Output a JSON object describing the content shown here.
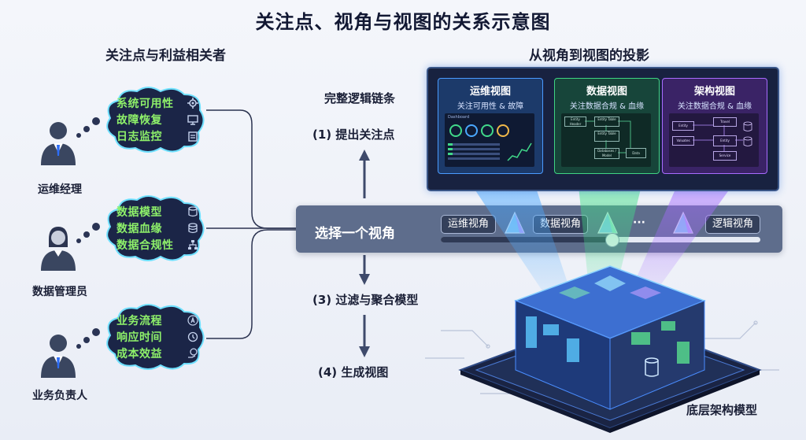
{
  "title": "关注点、视角与视图的关系示意图",
  "left_header": "关注点与利益相关者",
  "right_header": "从视角到视图的投影",
  "stakeholders": [
    {
      "role": "运维经理",
      "concerns": [
        "系统可用性",
        "故障恢复",
        "日志监控"
      ],
      "icons": [
        "gear-icon",
        "monitor-icon",
        "clipboard-icon"
      ]
    },
    {
      "role": "数据管理员",
      "concerns": [
        "数据模型",
        "数据血缘",
        "数据合规性"
      ],
      "icons": [
        "database-icon",
        "database-icon",
        "org-chart-icon"
      ]
    },
    {
      "role": "业务负责人",
      "concerns": [
        "业务流程",
        "响应时间",
        "成本效益"
      ],
      "icons": [
        "flow-icon",
        "clock-icon",
        "coin-hand-icon"
      ]
    }
  ],
  "chain_title": "完整逻辑链条",
  "steps": [
    "(1) 提出关注点",
    "选择一个视角",
    "(3) 过滤与聚合模型",
    "(4) 生成视图"
  ],
  "viewpoints": [
    "运维视角",
    "数据视角",
    "···",
    "逻辑视角"
  ],
  "views": [
    {
      "title": "运维视图",
      "subtitle": "关注可用性 & 故障",
      "accent": "#3b8cff"
    },
    {
      "title": "数据视图",
      "subtitle": "关注数据合规 & 血缘",
      "accent": "#36c97a"
    },
    {
      "title": "架构视图",
      "subtitle": "关注数据合规 & 血缘",
      "accent": "#9b5cf0"
    }
  ],
  "view_text": {
    "ops_dashboard": "Dashboard",
    "data_nodes": [
      "Entity Header",
      "Entity Table",
      "Entity Table",
      "Databases / Model",
      "Data"
    ],
    "arch_nodes": [
      "Entity",
      "Travel",
      "Valuates",
      "Entity",
      "Service"
    ]
  },
  "base_label": "底层架构模型",
  "colors": {
    "concern_text": "#8ef06a",
    "cloud_fill": "#1b2547",
    "bar": "#5e6d8c"
  }
}
